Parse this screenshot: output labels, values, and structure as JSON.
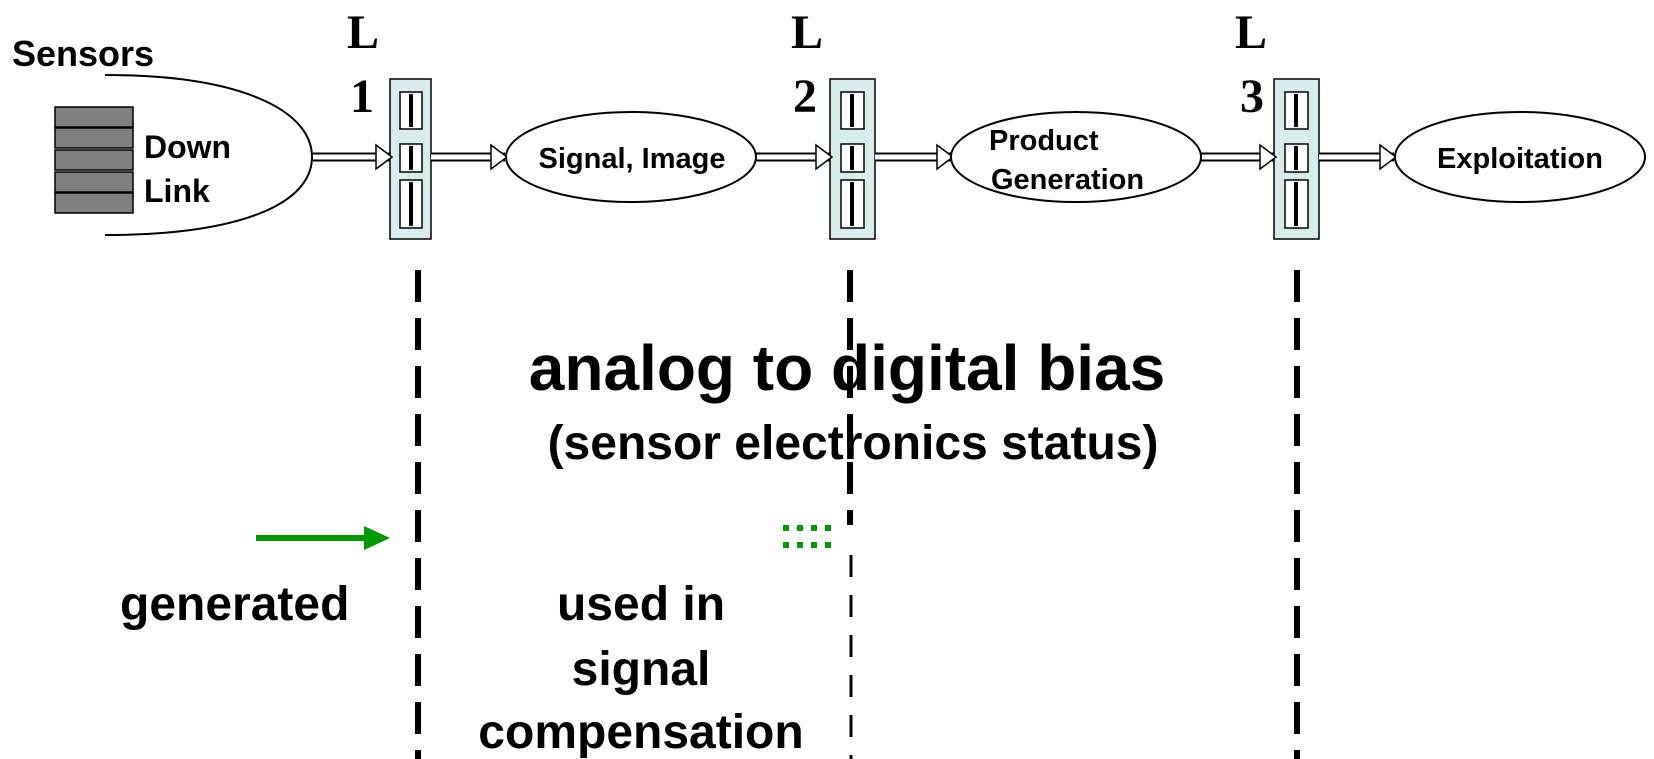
{
  "sensors": {
    "label": "Sensors",
    "downlink": [
      "Down",
      "Link"
    ]
  },
  "levels": [
    {
      "letter": "L",
      "number": "1"
    },
    {
      "letter": "L",
      "number": "2"
    },
    {
      "letter": "L",
      "number": "3"
    }
  ],
  "stages": {
    "signal_image": "Signal, Image",
    "product_generation": [
      "Product",
      "Generation"
    ],
    "exploitation": "Exploitation"
  },
  "headline": {
    "title": "analog to digital bias",
    "subtitle": "(sensor electronics status)"
  },
  "legend": {
    "generated": "generated",
    "used_in": [
      "used in",
      "signal",
      "compensation"
    ]
  },
  "colors": {
    "green": "#009900",
    "box_fill": "#d9ecec",
    "sensor_gray": "#808080"
  }
}
